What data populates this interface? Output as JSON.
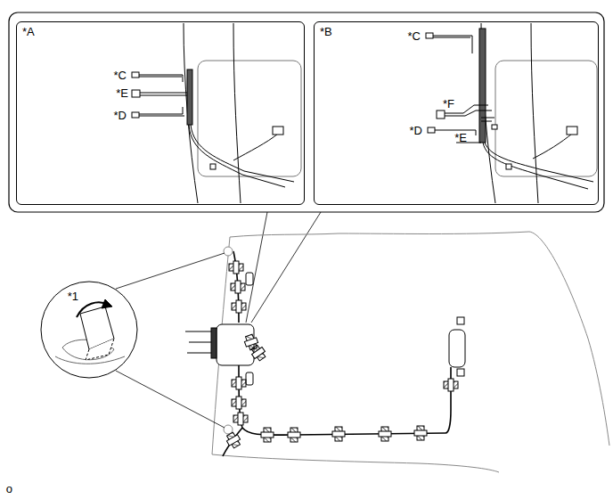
{
  "diagram": {
    "nodes": [
      {
        "text": [
          "*A"
        ]
      },
      {
        "text": [
          "*B"
        ]
      }
    ],
    "labels": [
      "*C",
      "*E",
      "*D",
      "*C",
      "*F",
      "*E",
      "*D",
      "*1",
      "o"
    ]
  }
}
